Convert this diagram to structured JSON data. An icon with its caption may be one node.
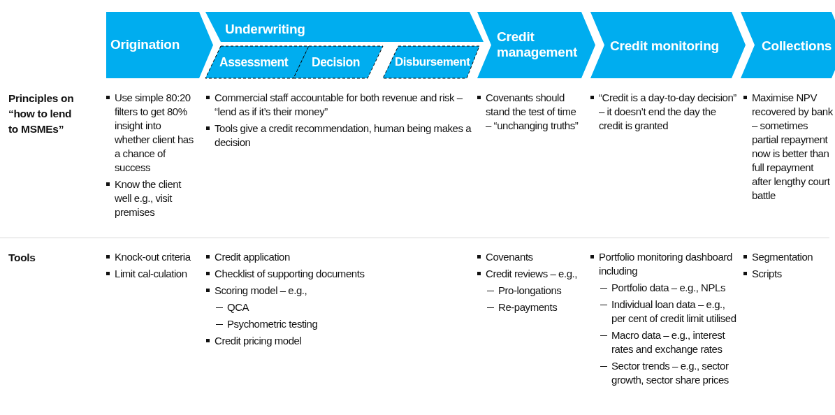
{
  "diagram": {
    "nodes": [
      {
        "text": [
          "Origination"
        ]
      },
      {
        "text": [
          "Underwriting"
        ]
      },
      {
        "text": [
          "Assessment"
        ]
      },
      {
        "text": [
          "Decision"
        ]
      },
      {
        "text": [
          "Disbursement"
        ]
      },
      {
        "text": [
          "Credit management"
        ]
      },
      {
        "text": [
          "Credit monitoring"
        ]
      },
      {
        "text": [
          "Collections"
        ]
      }
    ],
    "labels": [
      "Principles on “how to lend to MSMEs”",
      "Use simple 80:20 filters to get 80% insight into whether client has a chance of success",
      "Know the client well e.g., visit premises",
      "Commercial staff accountable for both revenue and risk – “lend as if it’s their money”",
      "Tools give a credit recommendation, human being makes a decision",
      "Covenants should stand the test of time – “unchanging truths”",
      "“Credit is a day-to-day decision” – it doesn’t end the day the credit is granted",
      "Maximise NPV recovered by bank – sometimes partial repayment now is better than full repayment after lengthy court battle",
      "Tools",
      "Knock-out criteria",
      "Limit cal-culation",
      "Credit application",
      "Checklist of supporting documents",
      "Scoring model – e.g.,",
      "QCA",
      "Psychometric testing",
      "Credit pricing model",
      "Covenants",
      "Credit reviews – e.g.,",
      "Pro-longations",
      "Re-payments",
      "Portfolio monitoring dashboard including",
      "Portfolio data – e.g., NPLs",
      "Individual loan data – e.g., per cent of credit limit utilised",
      "Macro data – e.g., interest rates and exchange rates",
      "Sector trends – e.g., sector growth, sector share prices",
      "Segmentation",
      "Scripts"
    ]
  }
}
